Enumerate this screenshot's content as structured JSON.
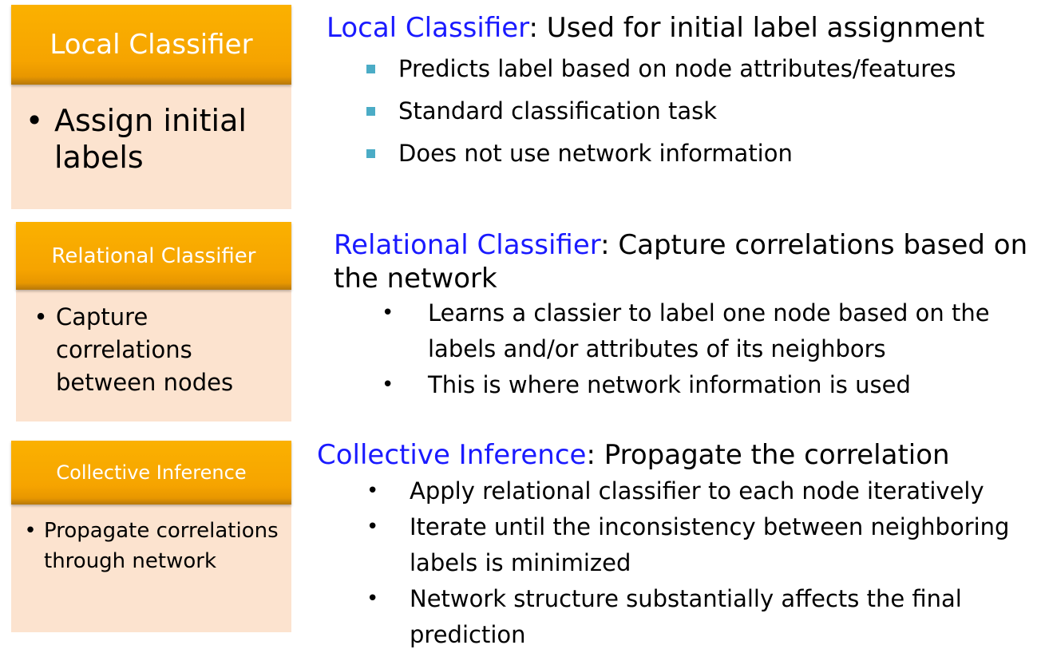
{
  "cards": {
    "local": {
      "title": "Local Classifier",
      "bullet": "Assign initial labels"
    },
    "relational": {
      "title": "Relational Classifier",
      "bullet": "Capture correlations between nodes"
    },
    "collective": {
      "title": "Collective Inference",
      "bullet": "Propagate correlations through network"
    }
  },
  "sections": {
    "local": {
      "term": "Local Classifier",
      "rest": ": Used for initial label assignment",
      "items": [
        "Predicts label based on node attributes/features",
        "Standard classification task",
        "Does not use network information"
      ]
    },
    "relational": {
      "term": "Relational Classifier",
      "rest": ": Capture correlations based on the network",
      "items": [
        "Learns a classier to label one node based on the labels and/or attributes of its neighbors",
        "This is where network information is used"
      ]
    },
    "collective": {
      "term": "Collective Inference",
      "rest": ": Propagate the correlation",
      "items": [
        "Apply relational classifier to each node iteratively",
        "Iterate until the inconsistency between neighboring labels is minimized",
        "Network structure substantially affects the final prediction"
      ]
    }
  },
  "colors": {
    "term": "#1a1aff",
    "card_header": "#f6a400",
    "card_body": "#fce3cf",
    "square_bullet": "#4bacc6"
  }
}
